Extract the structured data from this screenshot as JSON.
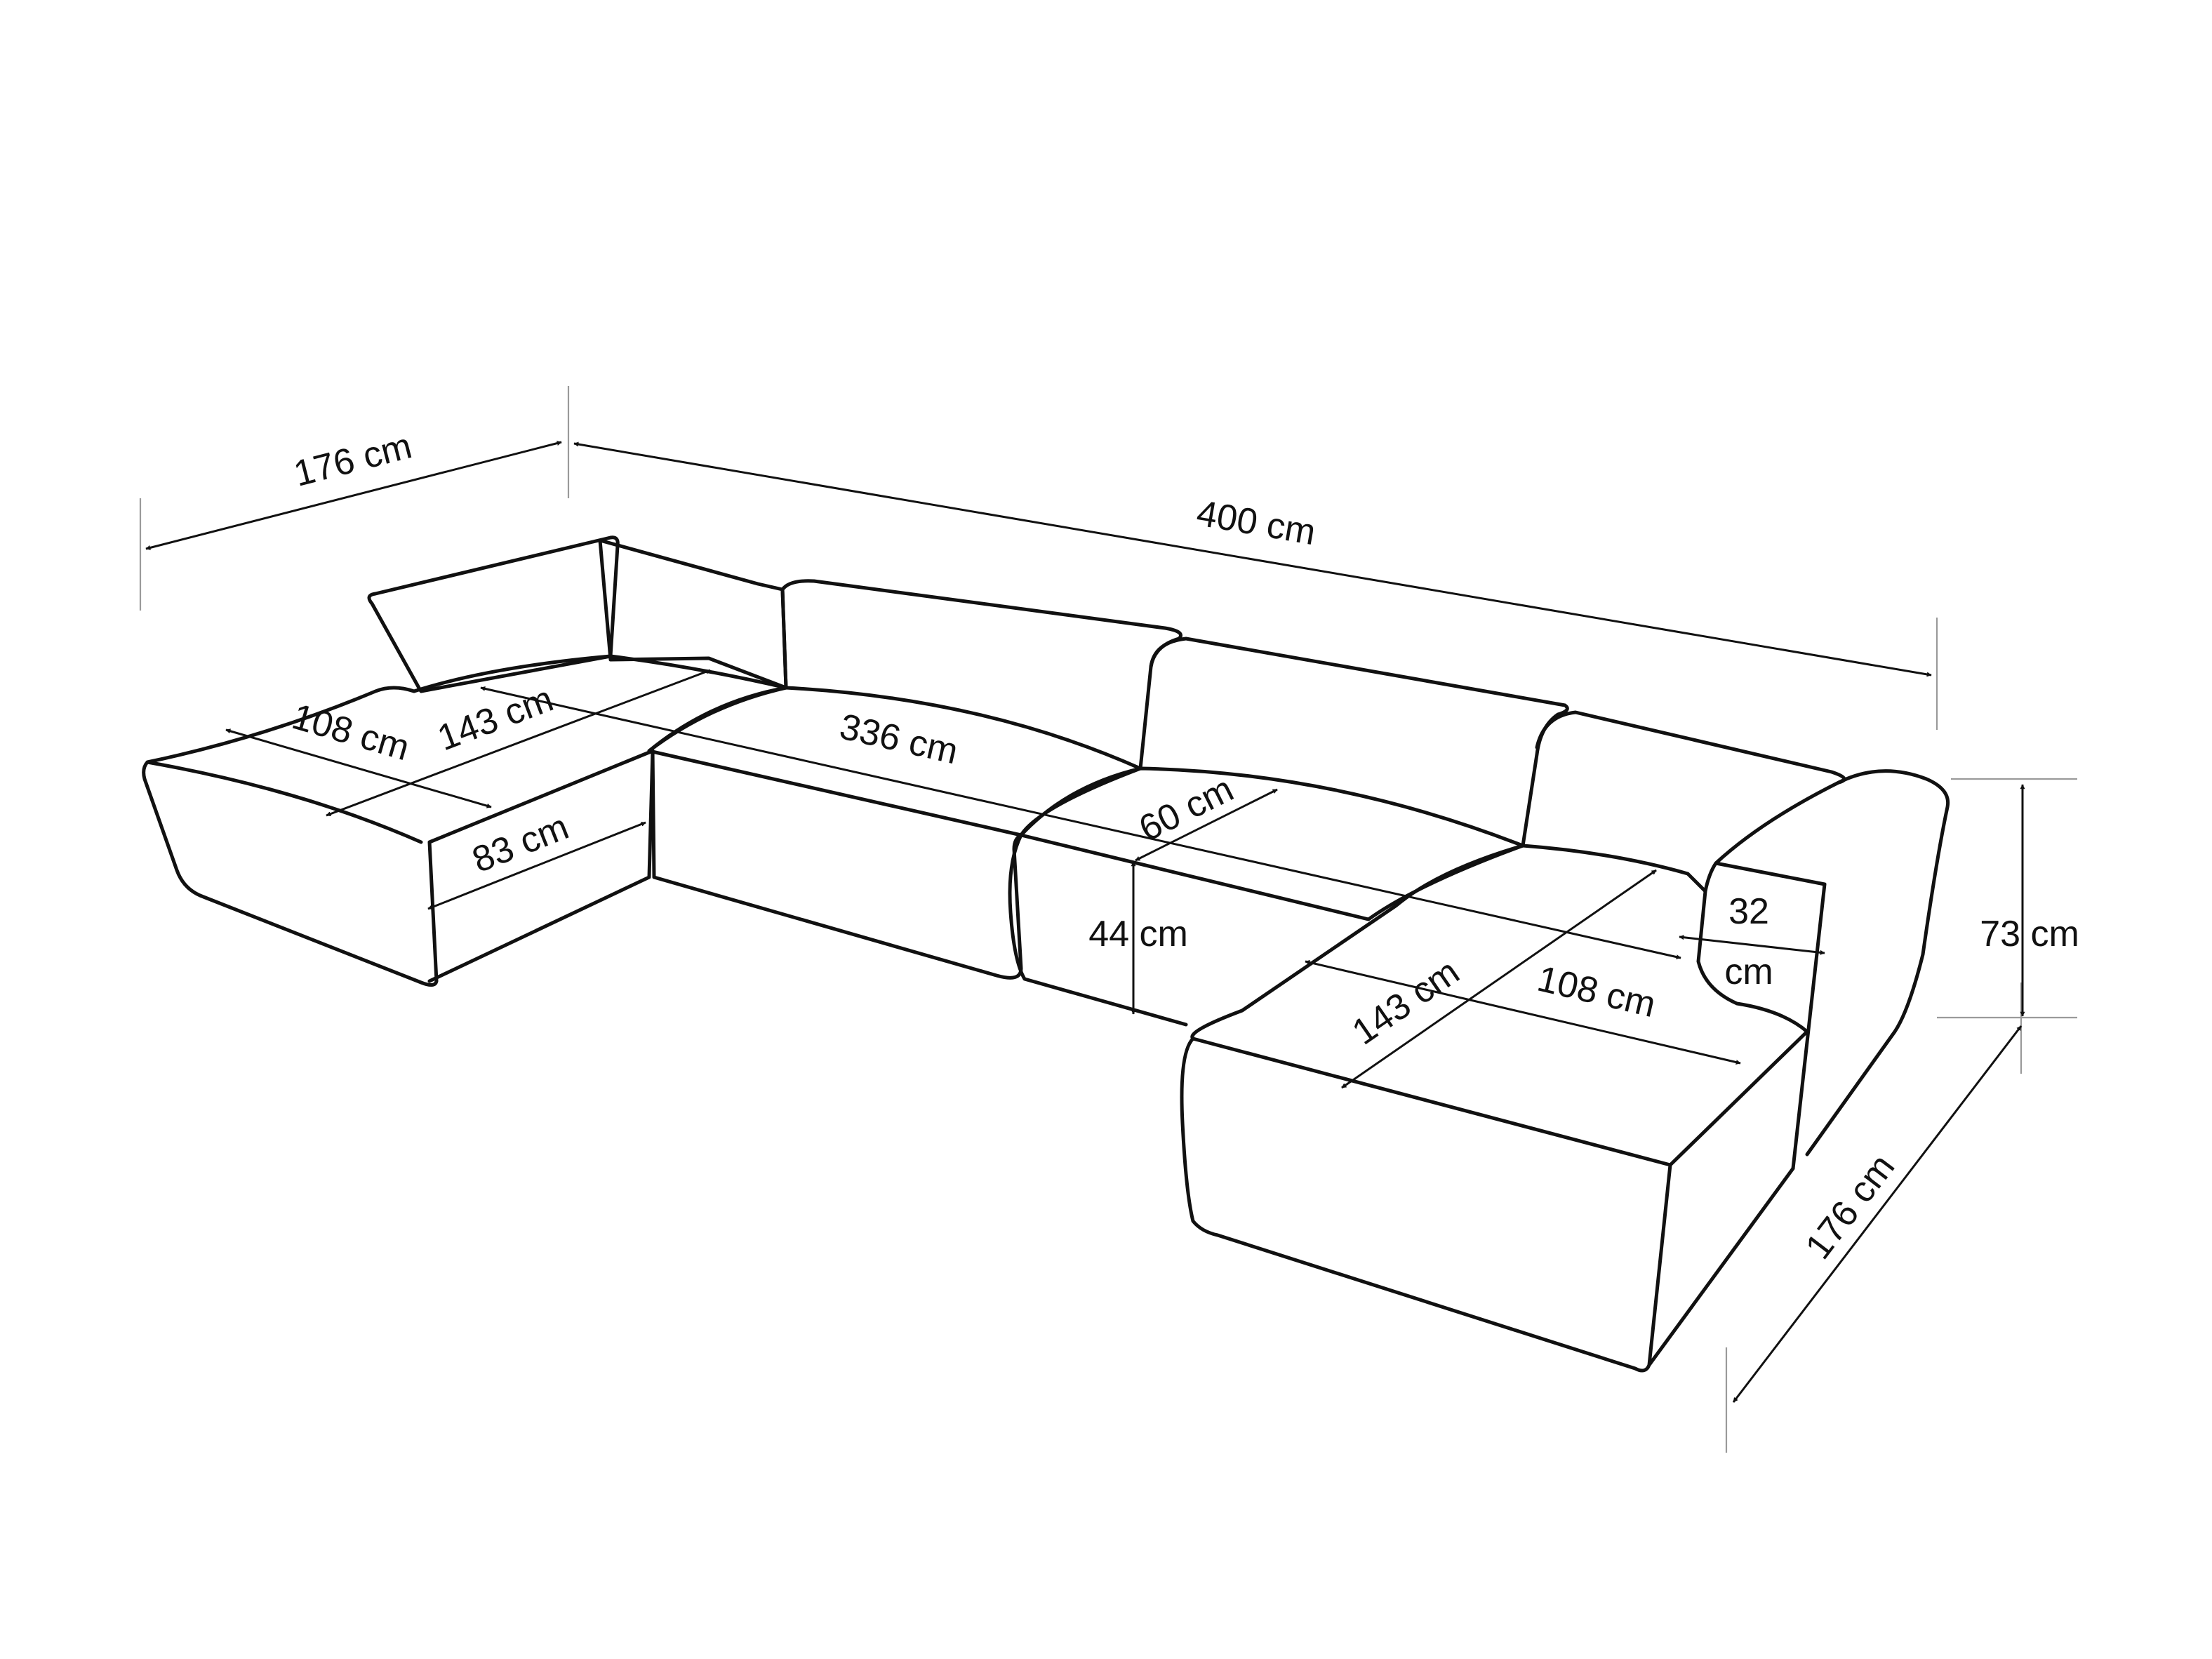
{
  "dimensions": {
    "depth_left": "176 cm",
    "total_width": "400 cm",
    "chaise_depth_left": "108 cm",
    "chaise_length_left": "143 cm",
    "chaise_width_left": "83 cm",
    "seat_width": "336 cm",
    "seat_depth": "60 cm",
    "seat_height": "44 cm",
    "chaise_length_right": "143 cm",
    "chaise_depth_right": "108 cm",
    "armrest_width_value": "32",
    "armrest_width_unit": "cm",
    "total_height": "73 cm",
    "depth_right": "176 cm"
  },
  "colors": {
    "line": "#111111",
    "extension_line": "#9a9a9a",
    "background": "#ffffff"
  }
}
